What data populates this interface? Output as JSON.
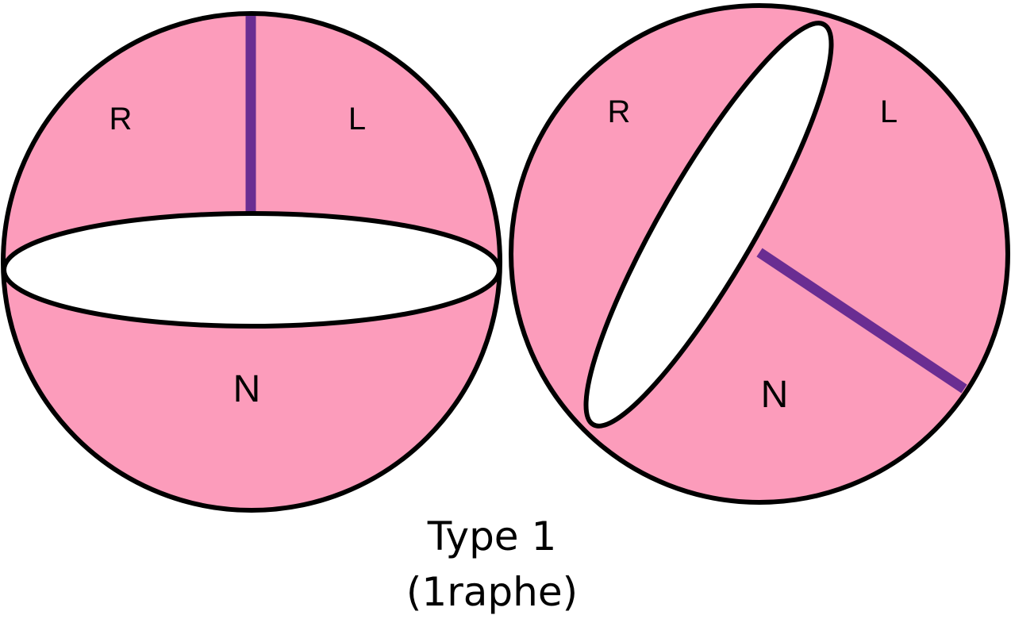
{
  "colors": {
    "cusp_fill": "#fc9cbb",
    "raphe": "#6a2d92",
    "outline": "#000000",
    "orifice": "#ffffff"
  },
  "left_valve": {
    "label_r": "R",
    "label_l": "L",
    "label_n": "N"
  },
  "right_valve": {
    "label_r": "R",
    "label_l": "L",
    "label_n": "N"
  },
  "caption": {
    "line1": "Type 1",
    "line2": "(1raphe)"
  }
}
